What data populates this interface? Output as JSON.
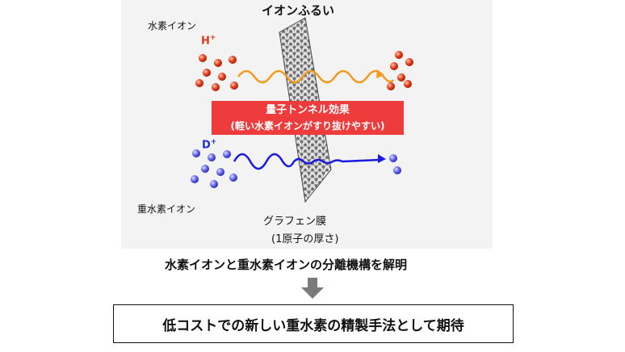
{
  "diagram": {
    "title": "イオンふるい",
    "hydrogen_label": "水素イオン",
    "deuterium_label": "重水素イオン",
    "h_symbol": "H",
    "d_symbol": "D",
    "plus": "+",
    "graphene_label": "グラフェン膜",
    "graphene_sub": "(1原子の厚さ)",
    "tunnel_effect_title": "量子トンネル効果",
    "tunnel_effect_sub": "(軽い水素イオンがすり抜けやすい)",
    "colors": {
      "hydrogen": "#e8401f",
      "deuterium": "#3a3fe0",
      "h_wave": "#f39a1e",
      "d_wave": "#1a1ae0",
      "box": "#ee3b3b"
    }
  },
  "conclusion": "水素イオンと重水素イオンの分離機構を解明",
  "arrow_icon": "down-arrow-icon",
  "result": "低コストでの新しい重水素の精製手法として期待"
}
